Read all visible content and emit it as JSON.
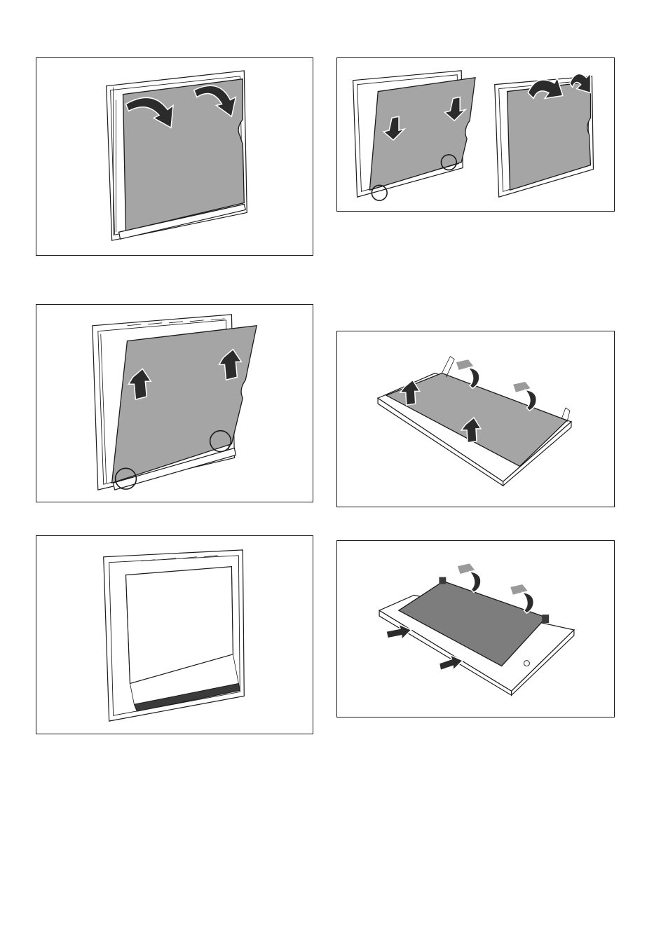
{
  "page": {
    "background": "#ffffff",
    "border_color": "#1a1a1a",
    "glass_color": "#a5a5a5",
    "arrow_color": "#2b2b2b"
  },
  "figures": [
    {
      "id": "p1",
      "content": "door-glass-rotate-arrows-icon"
    },
    {
      "id": "p2",
      "content": "door-glass-insert-and-rotate-icon"
    },
    {
      "id": "p3",
      "content": "door-glass-lift-arrows-icon"
    },
    {
      "id": "p4",
      "content": "glass-pane-lift-flat-icon"
    },
    {
      "id": "p5",
      "content": "door-frame-empty-icon"
    },
    {
      "id": "p6",
      "content": "glass-pane-push-into-frame-icon"
    }
  ]
}
